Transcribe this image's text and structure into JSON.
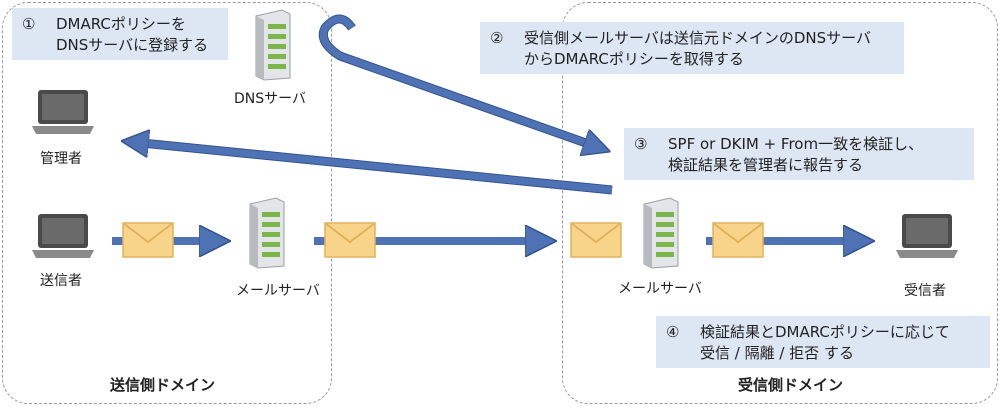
{
  "domains": {
    "sender": "送信側ドメイン",
    "receiver": "受信側ドメイン"
  },
  "nodes": {
    "admin": "管理者",
    "sender_user": "送信者",
    "dns_server": "DNSサーバ",
    "sender_mail_server": "メールサーバ",
    "receiver_mail_server": "メールサーバ",
    "receiver_user": "受信者"
  },
  "callouts": {
    "step1": {
      "num": "①",
      "line1": "DMARCポリシーを",
      "line2": "DNSサーバに登録する"
    },
    "step2": {
      "num": "②",
      "line1": "受信側メールサーバは送信元ドメインのDNSサーバ",
      "line2": "からDMARCポリシーを取得する"
    },
    "step3": {
      "num": "③",
      "line1": "SPF or DKIM + From一致を検証し、",
      "line2": "検証結果を管理者に報告する"
    },
    "step4": {
      "num": "④",
      "line1": "検証結果とDMARCポリシーに応じて",
      "line2": "受信 / 隔離 / 拒否 する"
    }
  },
  "colors": {
    "arrow": "#4f72b5",
    "arrow_dark": "#34548f",
    "callout_bg": "#dde6f3",
    "envelope": "#f8d48a",
    "laptop": "#4a4a4a",
    "server": "#c9ccd0"
  },
  "icons": [
    "laptop-icon",
    "server-icon",
    "envelope-icon",
    "arrow-icon"
  ]
}
